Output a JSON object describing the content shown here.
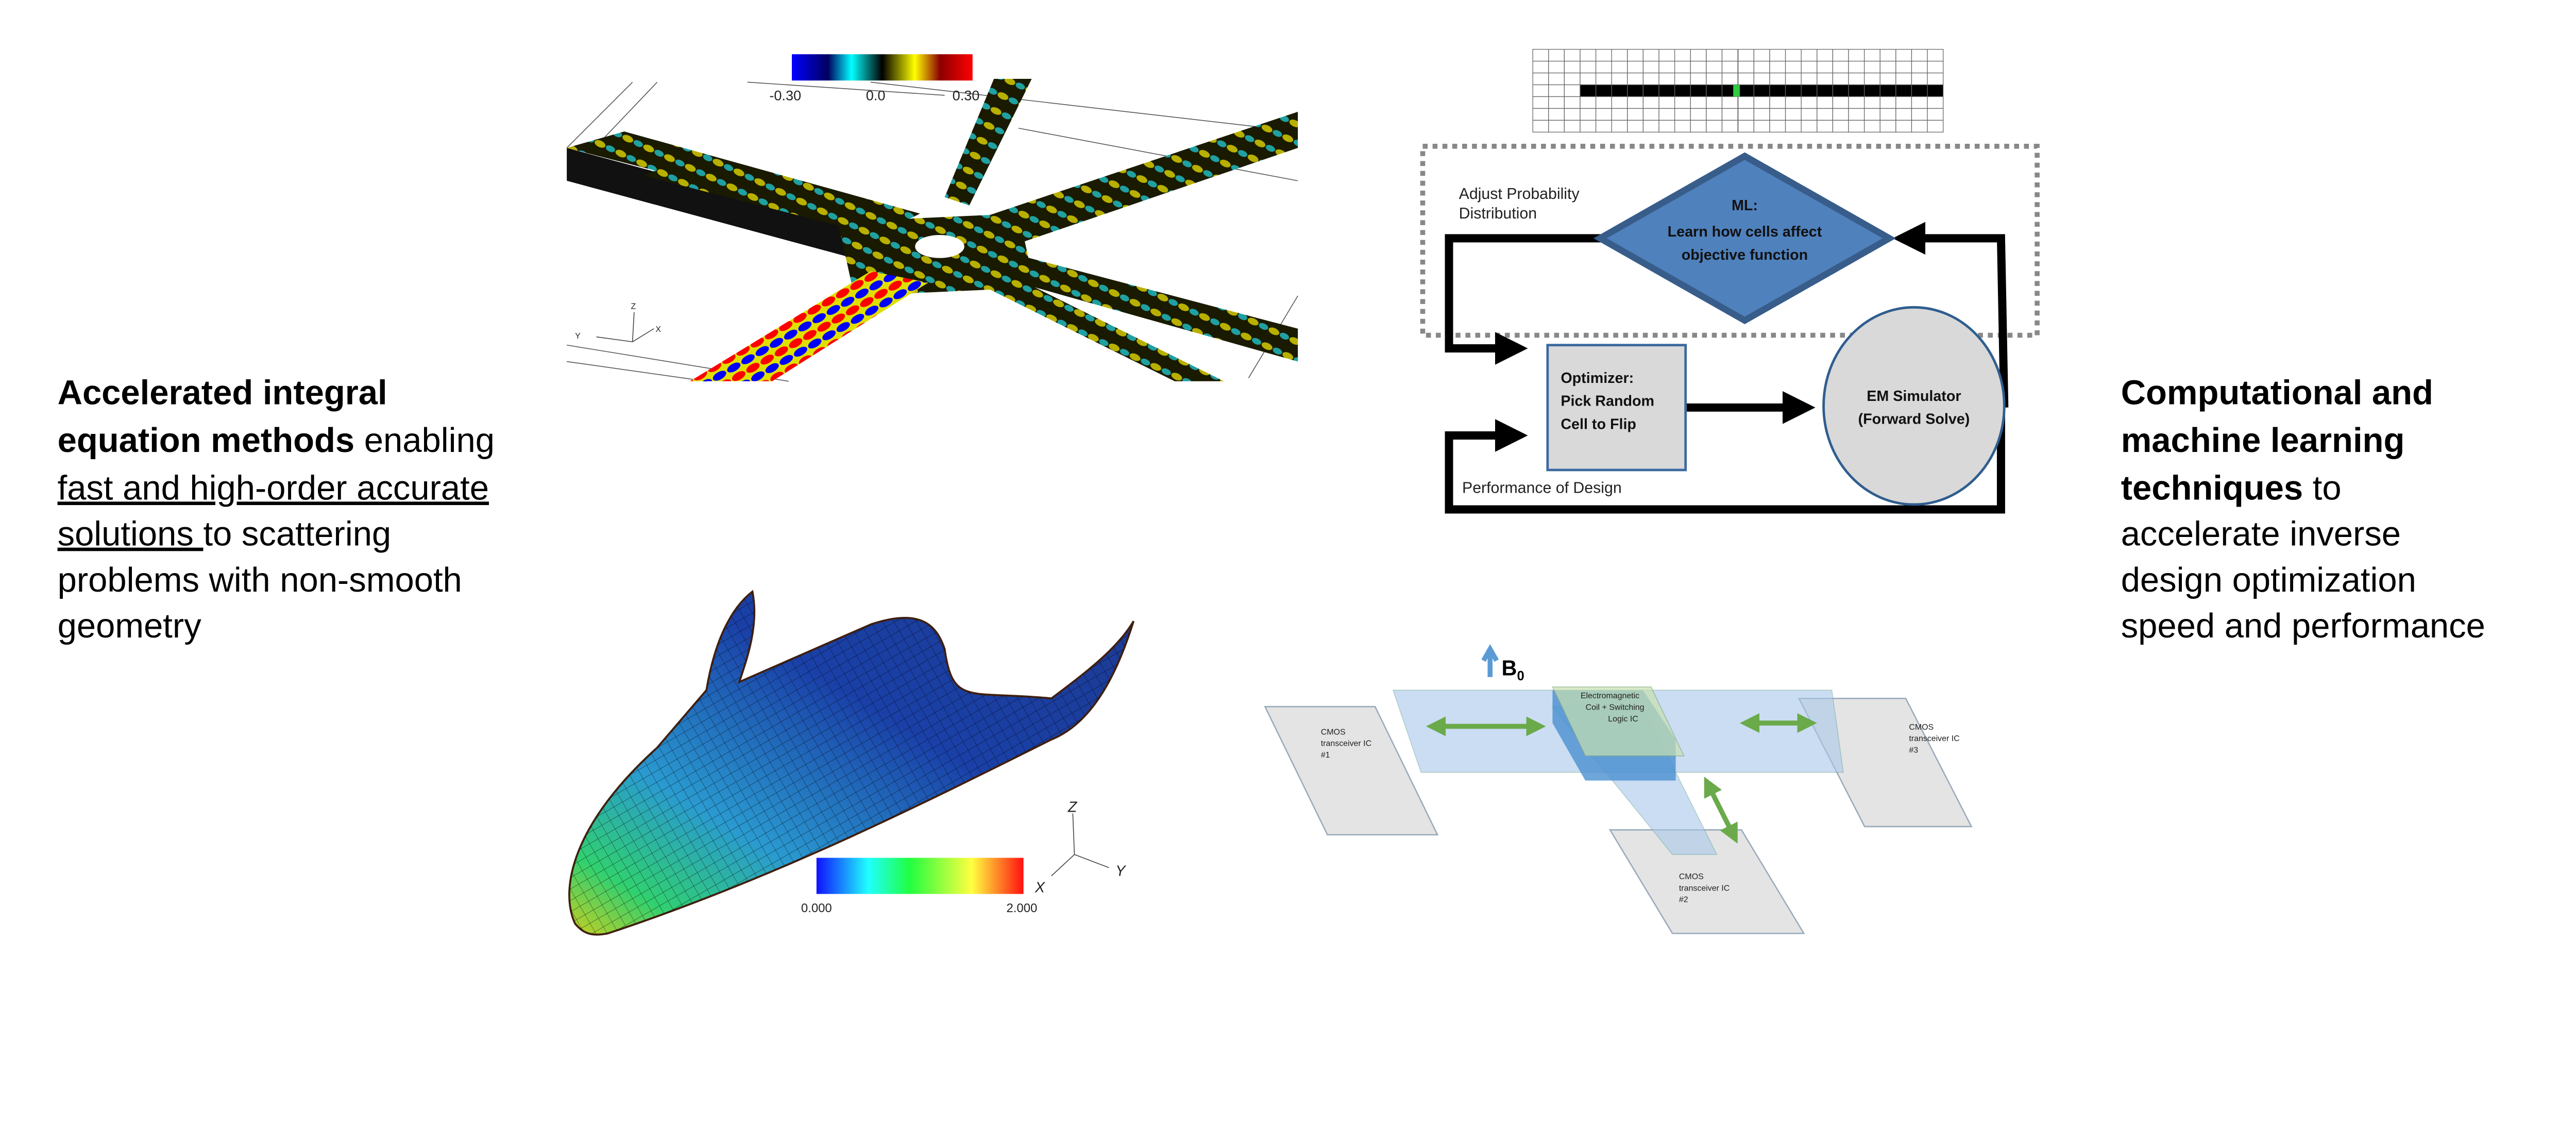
{
  "left_text": {
    "line1_bold": "Accelerated integral",
    "line2_bold": "equation methods",
    "line2_rest": " enabling",
    "line3_underlined": "fast and high-order accurate",
    "line4_underlined": "solutions ",
    "line4_rest": "to scattering",
    "line5": "problems with non-smooth",
    "line6": "geometry"
  },
  "right_text": {
    "line1_bold": "Computational and",
    "line2_bold": "machine learning",
    "line3_bold": "techniques",
    "line3_rest": " to",
    "line4": "accelerate inverse",
    "line5": "design optimization",
    "line6": "speed and performance"
  },
  "waveguide_figure": {
    "colorbar_labels": [
      "-0.30",
      "0.0",
      "0.30"
    ],
    "axes": {
      "z": "Z",
      "y": "Y",
      "x": "X"
    },
    "colormap": [
      "#0000ff",
      "#00ffff",
      "#000000",
      "#ffff00",
      "#8b0000",
      "#ff0000"
    ]
  },
  "flowchart": {
    "ml_title": "ML:",
    "ml_line1": "Learn how cells affect",
    "ml_line2": "objective function",
    "adjust_line1": "Adjust Probability",
    "adjust_line2": "Distribution",
    "optimizer_line1": "Optimizer:",
    "optimizer_line2": "Pick Random",
    "optimizer_line3": "Cell to Flip",
    "em_line1": "EM Simulator",
    "em_line2": "(Forward Solve)",
    "performance": "Performance of Design",
    "diamond_color": "#4f81bd",
    "box_color": "#d9d9d9"
  },
  "spaceplane_figure": {
    "colorbar_labels": [
      "0.000",
      "2.000"
    ],
    "axes": {
      "z": "Z",
      "y": "Y",
      "x": "X"
    }
  },
  "chip_diagram": {
    "field_label": "B",
    "field_subscript": "0",
    "center_line1": "Electromagnetic",
    "center_line2": "Coil + Switching",
    "center_line3": "Logic IC",
    "ic1": [
      "CMOS",
      "transceiver IC",
      "#1"
    ],
    "ic2": [
      "CMOS",
      "transceiver IC",
      "#2"
    ],
    "ic3": [
      "CMOS",
      "transceiver IC",
      "#3"
    ]
  }
}
